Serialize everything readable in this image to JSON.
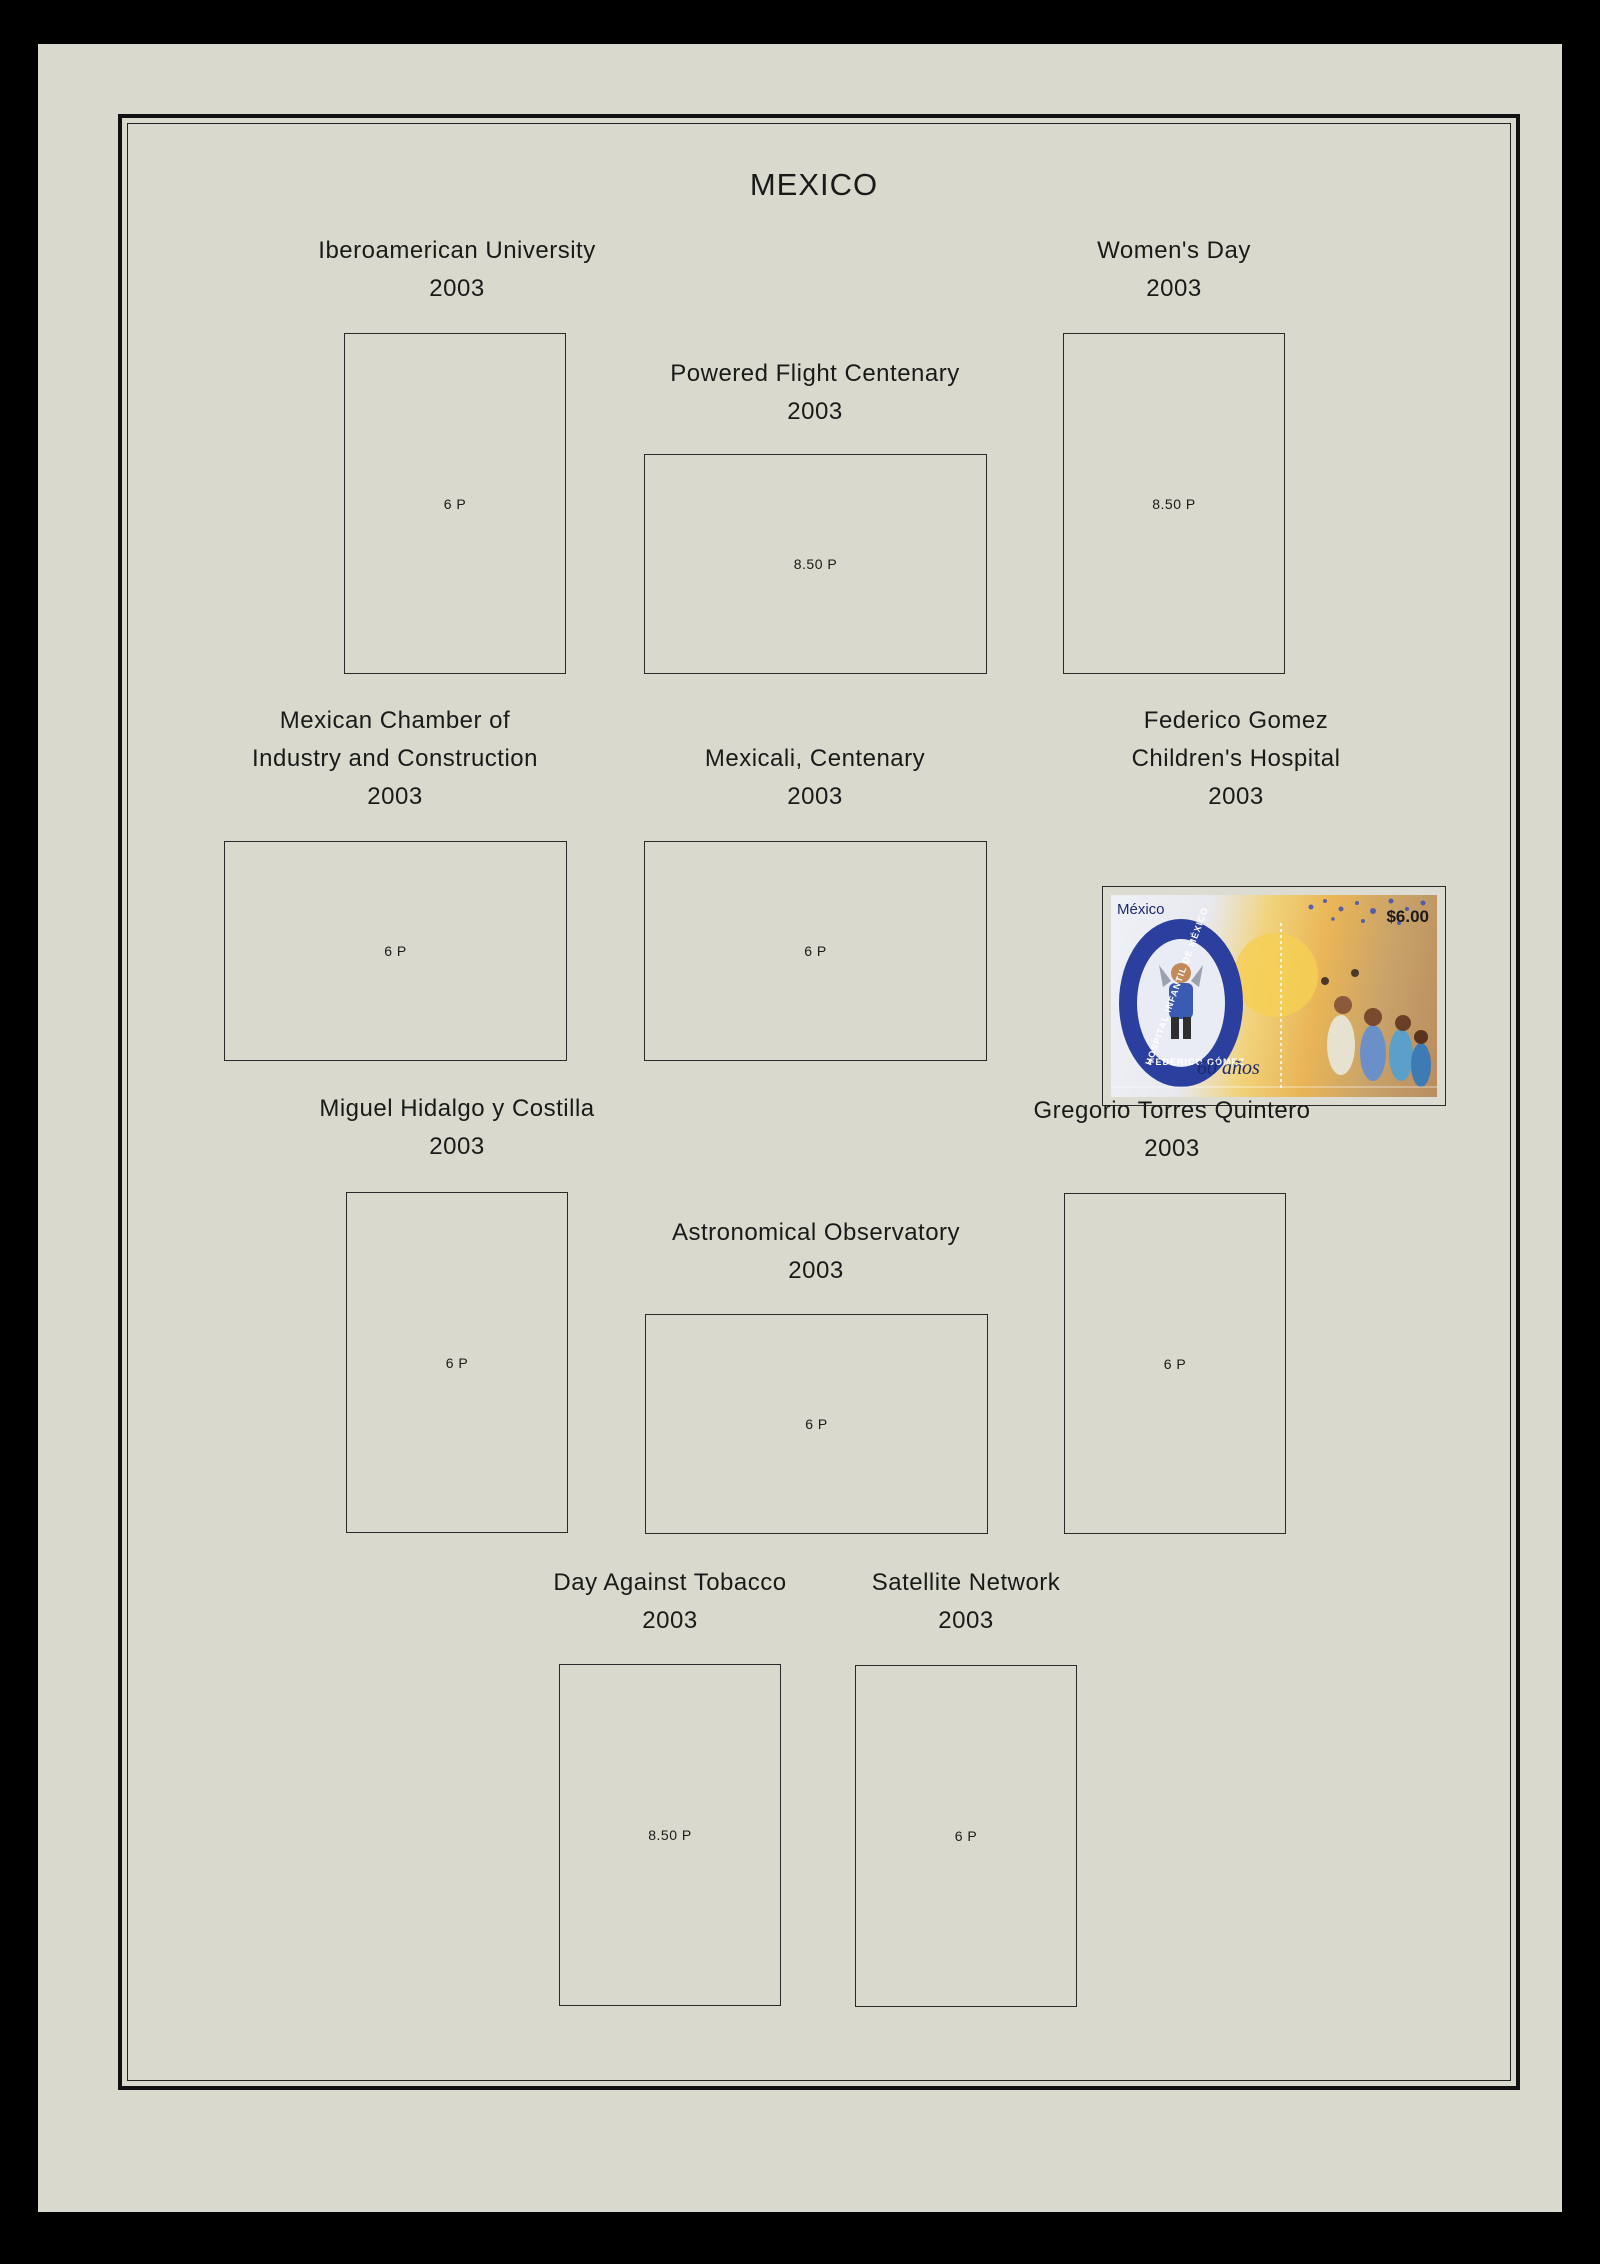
{
  "page": {
    "title": "MEXICO"
  },
  "issues": [
    {
      "id": "iberoamerican",
      "lines": [
        "Iberoamerican  University",
        "2003"
      ],
      "denomination": "6 P"
    },
    {
      "id": "womens-day",
      "lines": [
        "Women's Day",
        "2003"
      ],
      "denomination": "8.50 P"
    },
    {
      "id": "powered-flight",
      "lines": [
        "Powered  Flight  Centenary",
        "2003"
      ],
      "denomination": "8.50 P"
    },
    {
      "id": "chamber",
      "lines": [
        "Mexican Chamber of",
        "Industry and Construction",
        "2003"
      ],
      "denomination": "6 P"
    },
    {
      "id": "mexicali",
      "lines": [
        "Mexicali,  Centenary",
        "2003"
      ],
      "denomination": "6 P"
    },
    {
      "id": "federico-gomez",
      "lines": [
        "Federico Gomez",
        "Children's Hospital",
        "2003"
      ],
      "denomination": ""
    },
    {
      "id": "hidalgo",
      "lines": [
        "Miguel Hidalgo y Costilla",
        "2003"
      ],
      "denomination": "6 P"
    },
    {
      "id": "torres-quintero",
      "lines": [
        "Gregorio Torres Quintero",
        "2003"
      ],
      "denomination": "6 P"
    },
    {
      "id": "observatory",
      "lines": [
        "Astronomical  Observatory",
        "2003"
      ],
      "denomination": "6 P"
    },
    {
      "id": "tobacco",
      "lines": [
        "Day Against Tobacco",
        "2003"
      ],
      "denomination": "8.50 P"
    },
    {
      "id": "satellite",
      "lines": [
        "Satellite Network",
        "2003"
      ],
      "denomination": "6 P"
    }
  ],
  "stamp": {
    "country": "México",
    "value": "$6.00",
    "ring_top": "HOSPITAL INFANTIL DE MÉXICO",
    "ring_bottom": "FEDERICO GÓMEZ",
    "anniversary": "60 años",
    "colors": {
      "ring": "#2b3f9e",
      "sun": "#f0c14b"
    }
  }
}
